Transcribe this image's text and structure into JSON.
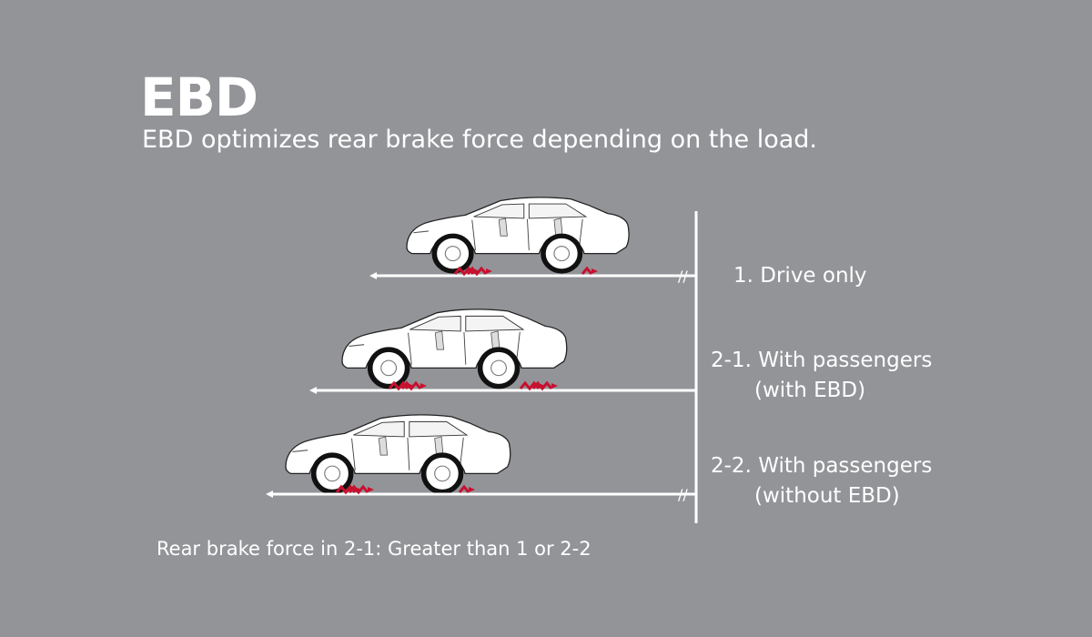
{
  "title": "EBD",
  "subtitle": "EBD optimizes rear brake force depending on the load.",
  "scenarios": [
    {
      "number": "1.",
      "line1": "Drive only",
      "line2": ""
    },
    {
      "number": "2-1.",
      "line1": "With passengers",
      "line2": "(with EBD)"
    },
    {
      "number": "2-2.",
      "line1": "With passengers",
      "line2": "(without EBD)"
    }
  ],
  "note": "Rear brake force in 2-1: Greater than 1 or 2-2",
  "colors": {
    "background": "#939498",
    "line": "#ffffff",
    "brake_force": "#c8102e"
  }
}
